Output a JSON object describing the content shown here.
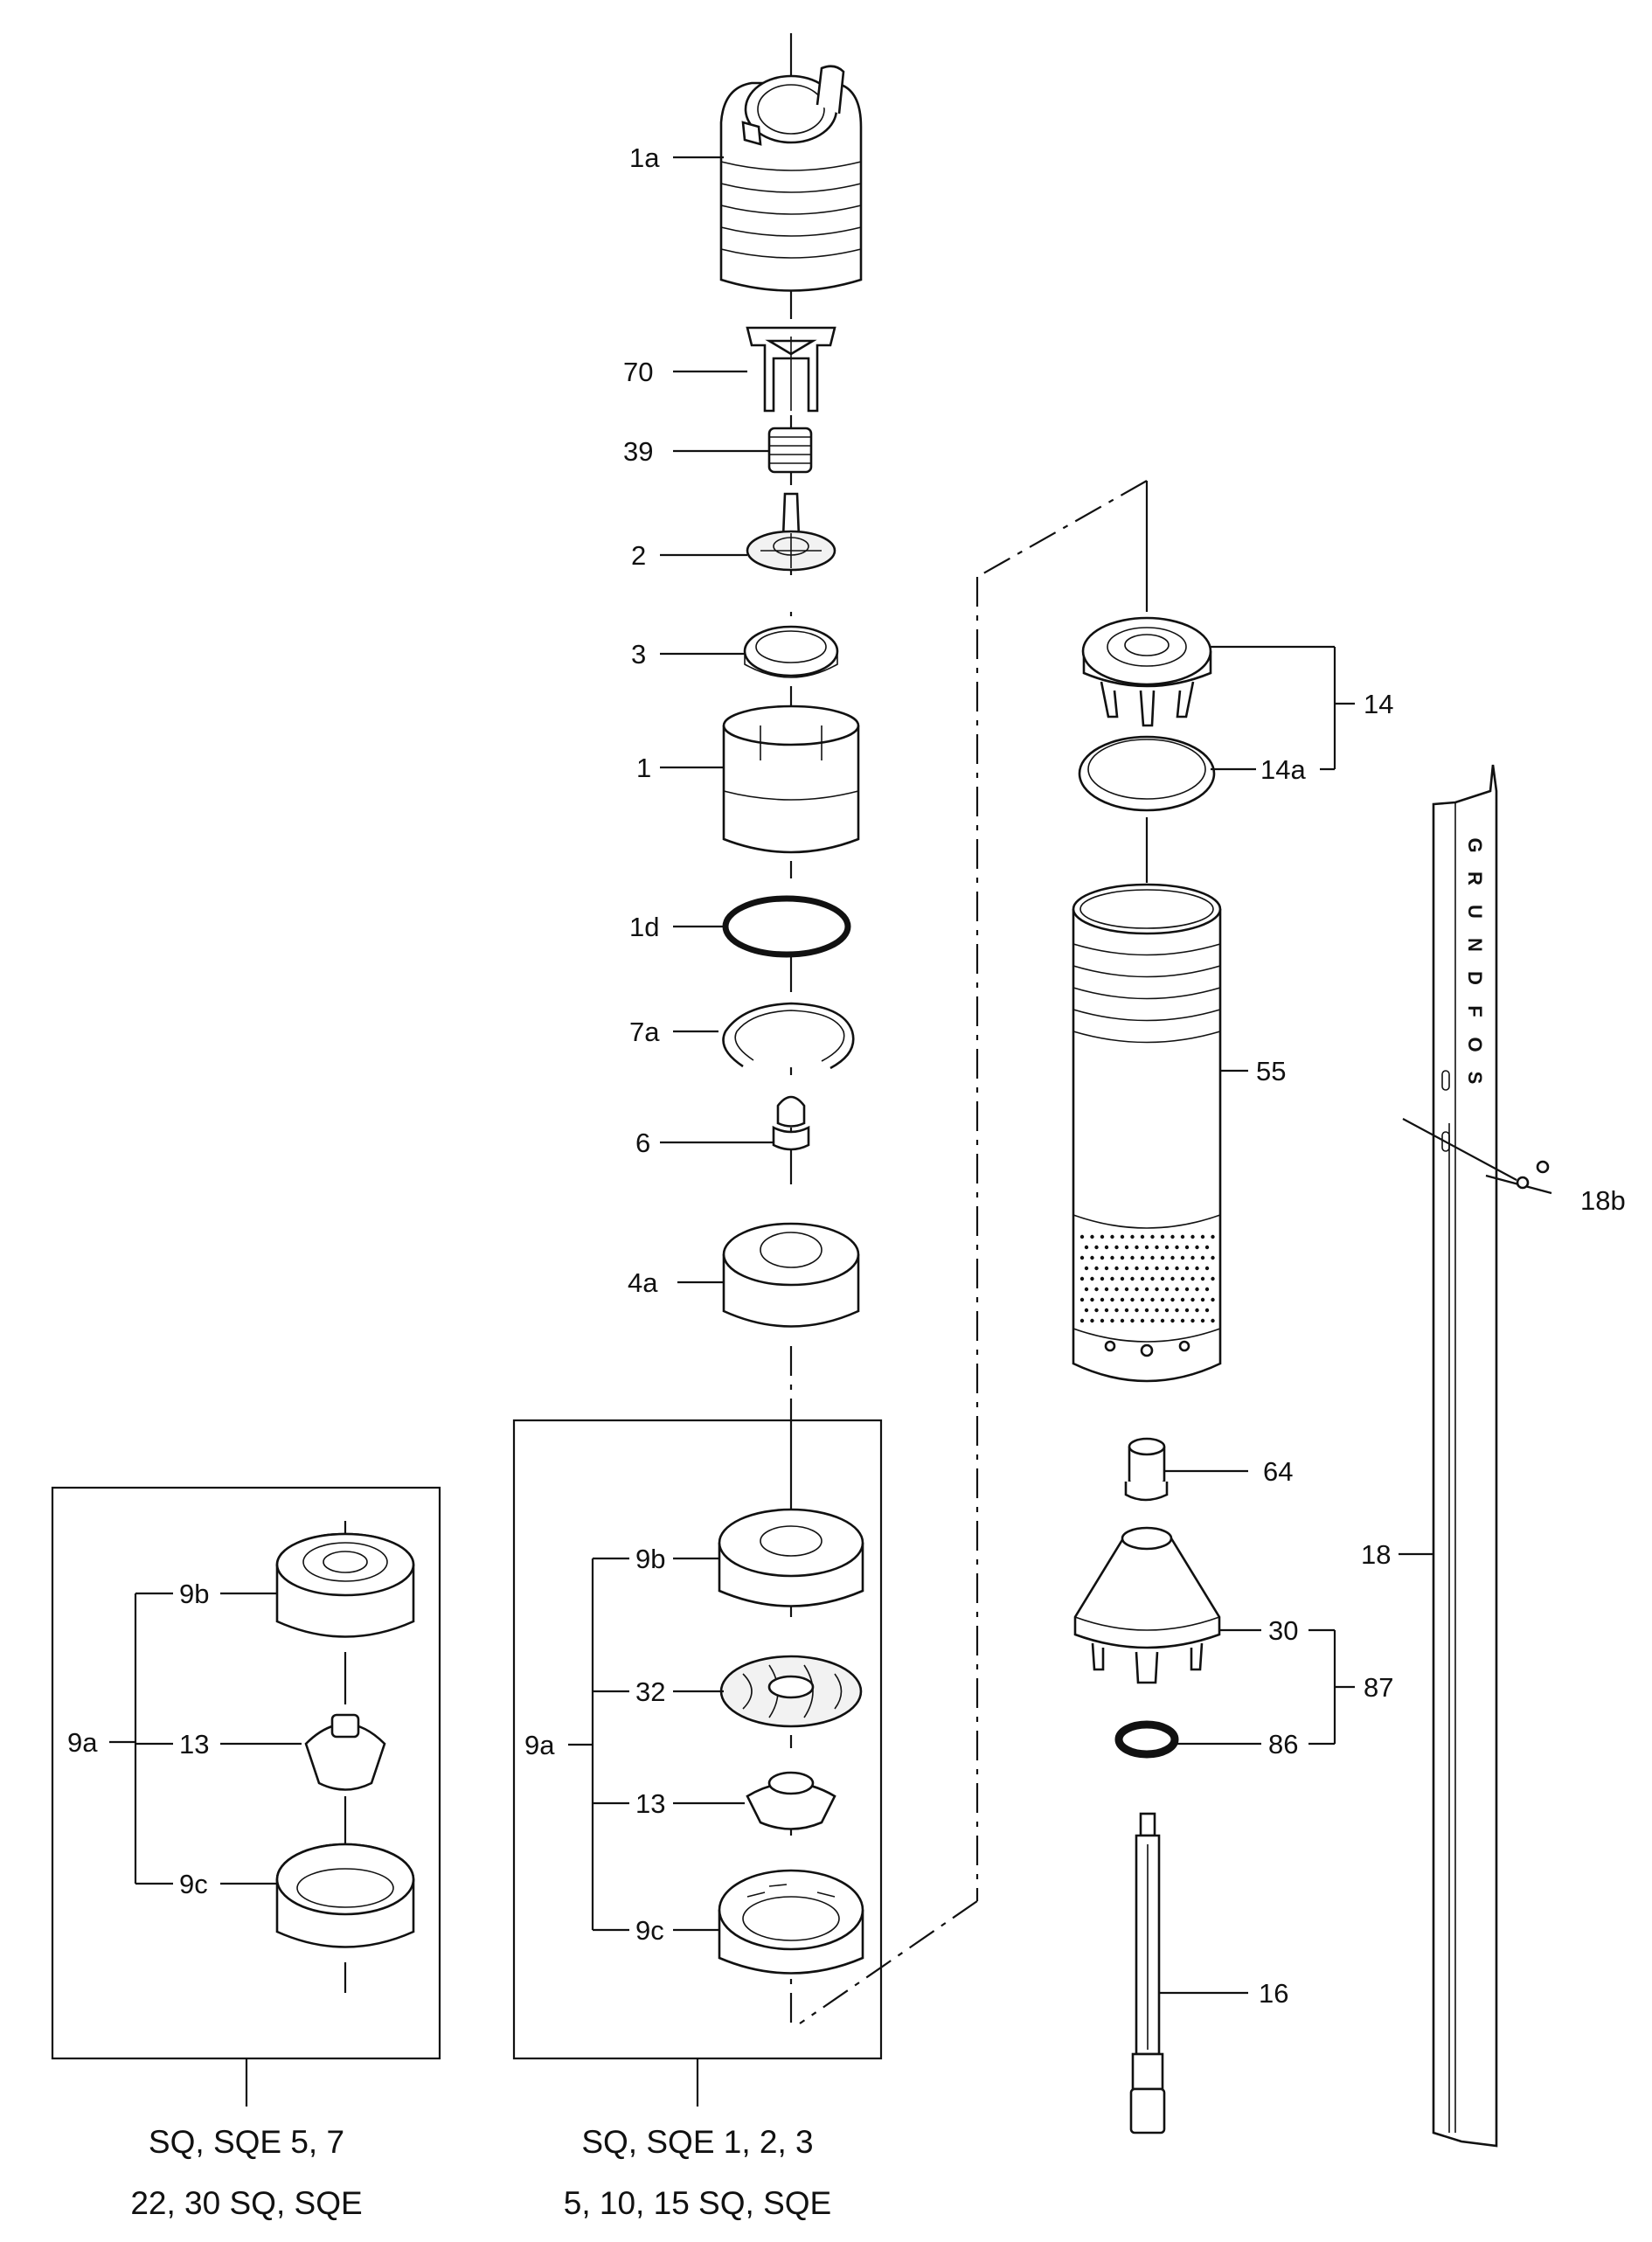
{
  "labels": {
    "l_1a": "1a",
    "l_70": "70",
    "l_39": "39",
    "l_2": "2",
    "l_3": "3",
    "l_1": "1",
    "l_1d": "1d",
    "l_7a": "7a",
    "l_6": "6",
    "l_4a": "4a",
    "l_14": "14",
    "l_14a": "14a",
    "l_55": "55",
    "l_18b": "18b",
    "l_64": "64",
    "l_18": "18",
    "l_30": "30",
    "l_87": "87",
    "l_86": "86",
    "l_16": "16",
    "left_9b": "9b",
    "left_9a": "9a",
    "left_13": "13",
    "left_9c": "9c",
    "mid_9b": "9b",
    "mid_32": "32",
    "mid_9a": "9a",
    "mid_13": "13",
    "mid_9c": "9c"
  },
  "captions": {
    "left_line1": "SQ, SQE 5, 7",
    "left_line2": "22, 30 SQ, SQE",
    "mid_line1": "SQ, SQE 1, 2, 3",
    "mid_line2": "5, 10, 15 SQ, SQE"
  },
  "plate_letters": [
    "G",
    "R",
    "U",
    "N",
    "D",
    "F",
    "O",
    "S"
  ]
}
